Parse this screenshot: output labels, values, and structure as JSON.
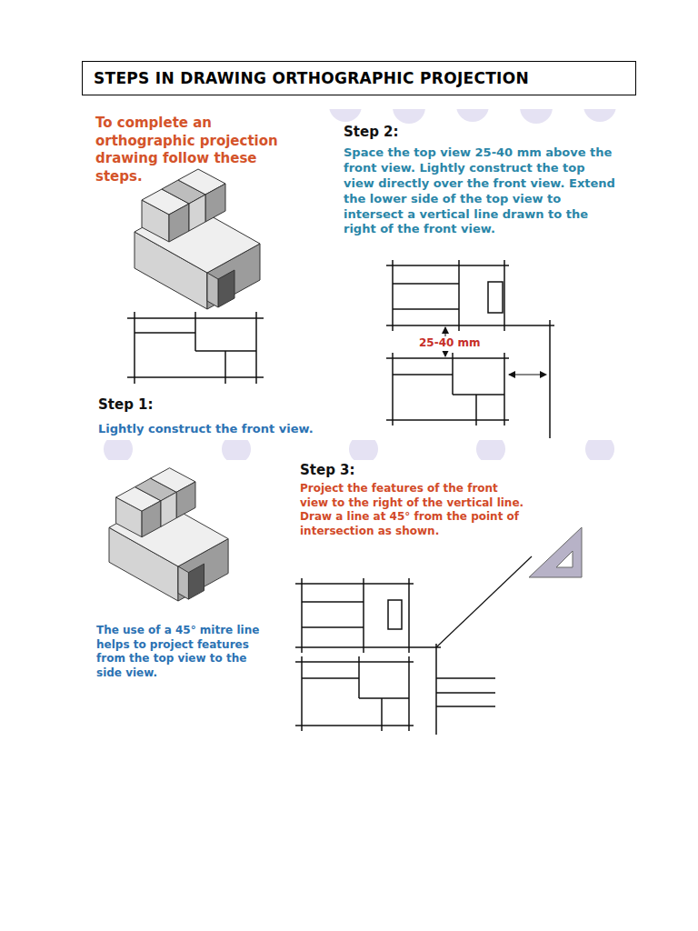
{
  "diagram": {
    "title": "STEPS IN DRAWING ORTHOGRAPHIC PROJECTION",
    "labels": [
      "To complete an orthographic projection drawing follow these steps.",
      "Step 2:",
      "Space the top view 25-40 mm above the front view. Lightly construct the top view directly over the front view. Extend the lower side of the top view to intersect a vertical line drawn to the right of the front view.",
      "25-40 mm",
      "Step 1:",
      "Lightly construct the front view.",
      "Step 3:",
      "Project the features of the front view to the right of the vertical line. Draw a line at 45° from the point of intersection as shown.",
      "The use of a 45° mitre line helps to project features from the top view to the side view."
    ]
  }
}
